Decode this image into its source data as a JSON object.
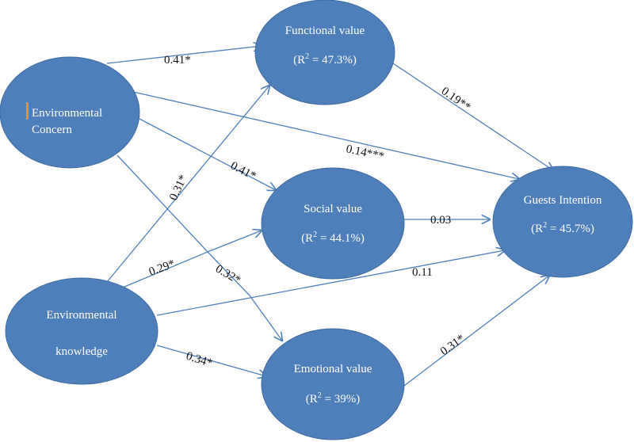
{
  "colors": {
    "node_fill": "#4f7fba",
    "edge": "#4f81bd",
    "accent_bar": "#e6913a",
    "node_text": "#ffffff",
    "label_text": "#111111"
  },
  "nodes": {
    "concern": {
      "line1": "Environmental",
      "line2": "Concern"
    },
    "knowledge": {
      "line1": "Environmental",
      "line2": "knowledge"
    },
    "functional": {
      "title": "Functional value",
      "r2": "(R",
      "r2_sup": "2",
      "r2_val": " = 47.3%)"
    },
    "social": {
      "title": "Social value",
      "r2": "(R",
      "r2_sup": "2",
      "r2_val": " = 44.1%)"
    },
    "emotional": {
      "title": "Emotional value",
      "r2": "(R",
      "r2_sup": "2",
      "r2_val": " = 39%)"
    },
    "intention": {
      "title": "Guests Intention",
      "r2": "(R",
      "r2_sup": "2",
      "r2_val": " = 45.7%)"
    }
  },
  "coefficients": {
    "concern_functional": "0.41*",
    "concern_intention": "0.14***",
    "concern_social": "0.41*",
    "knowledge_functional": "0.31*",
    "knowledge_social": "0.29*",
    "concern_emotional": "0.32*",
    "knowledge_intention": "0.11",
    "knowledge_emotional": "0.34*",
    "functional_intention": "0.19**",
    "social_intention": "0.03",
    "emotional_intention": "0.31*"
  }
}
